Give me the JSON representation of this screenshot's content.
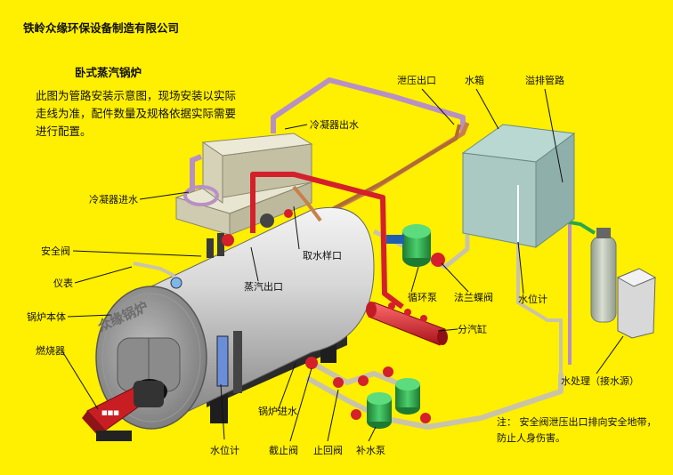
{
  "company": "铁岭众缘环保设备制造有限公司",
  "diagram_title": "卧式蒸汽锅炉",
  "description": "此图为管路安装示意图，现场安装以实际走线为准，配件数量及规格依据实际需要进行配置。",
  "boiler_brand": "众缘锅炉",
  "labels": {
    "relief_outlet": "泄压出口",
    "water_tank": "水箱",
    "overflow": "溢排管路",
    "condenser_out": "冷凝器出水",
    "condenser_in": "冷凝器进水",
    "sampling": "取水样口",
    "safety_valve": "安全阀",
    "gauge": "仪表",
    "steam_outlet": "蒸汽出口",
    "circ_pump": "循环泵",
    "flange_valve": "法兰蝶阀",
    "tank_level": "水位计",
    "boiler_body": "锅炉本体",
    "burner": "燃烧器",
    "steam_header": "分汽缸",
    "feed_inlet": "锅炉进水",
    "boiler_level": "水位计",
    "stop_valve": "截止阀",
    "check_valve": "止回阀",
    "feed_pump": "补水泵",
    "water_treatment": "水处理（接水源）"
  },
  "note": "注： 安全阀泄压出口排向安全地带，防止人身伤害。",
  "colors": {
    "background": "#ffef00",
    "steam_pipe": "#d4202a",
    "water_pipe": "#c9c4a8",
    "condenser_pipe": "#b891c4",
    "copper_pipe": "#c8804a",
    "pump": "#2aa34a"
  }
}
